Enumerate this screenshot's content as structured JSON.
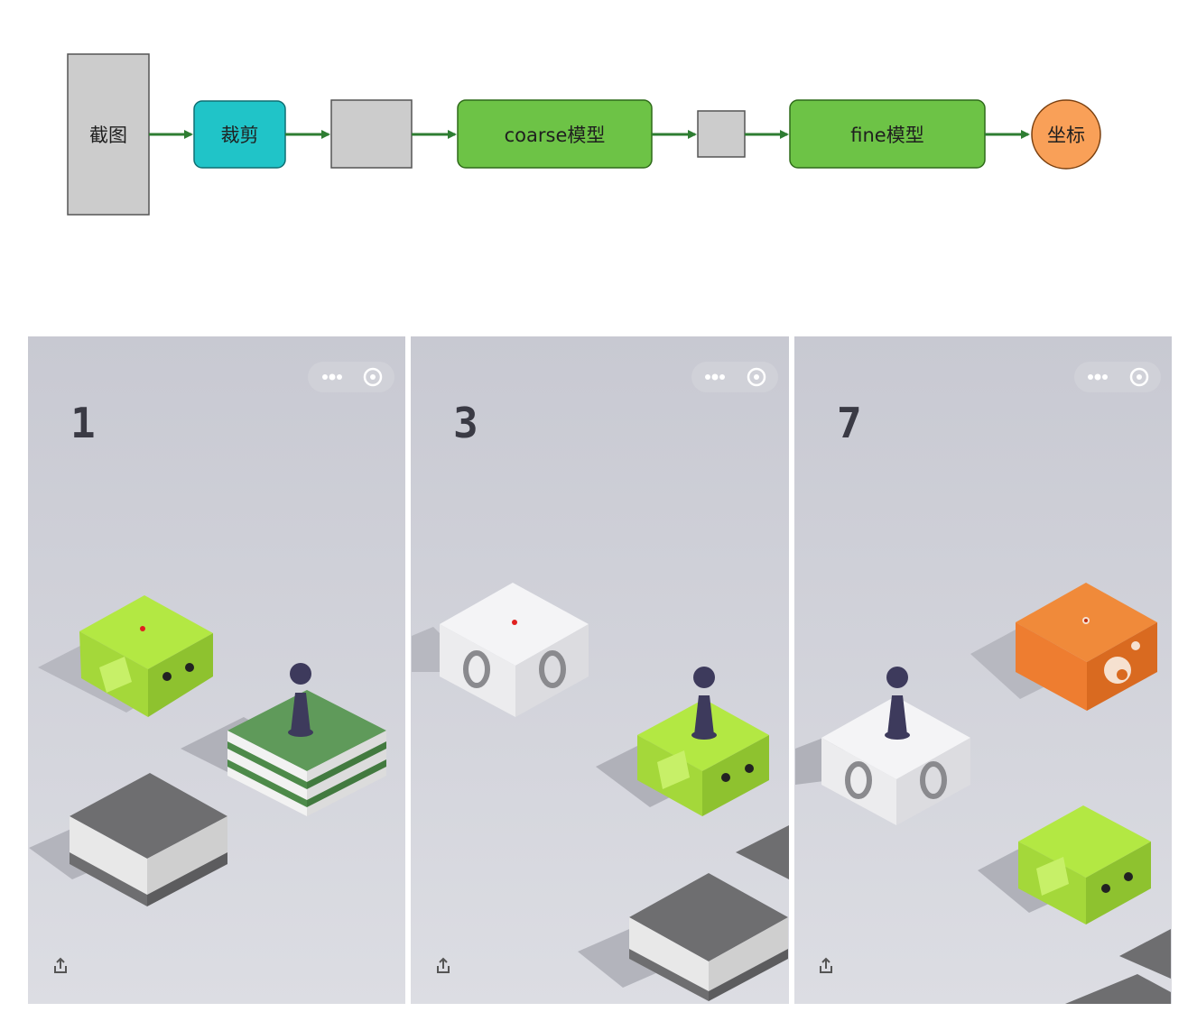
{
  "flow": {
    "nodes": [
      {
        "id": "screenshot",
        "label": "截图"
      },
      {
        "id": "crop",
        "label": "裁剪"
      },
      {
        "id": "cropped-image",
        "label": ""
      },
      {
        "id": "coarse-model",
        "label": "coarse模型"
      },
      {
        "id": "small-patch",
        "label": ""
      },
      {
        "id": "fine-model",
        "label": "fine模型"
      },
      {
        "id": "coordinates",
        "label": "坐标"
      }
    ],
    "colors": {
      "gray_box": "#cccccc",
      "crop_fill": "#20c4c8",
      "model_fill": "#6dc346",
      "output_fill": "#f9a058",
      "arrow": "#2e7d32"
    }
  },
  "panels": [
    {
      "score": "1"
    },
    {
      "score": "3"
    },
    {
      "score": "7"
    }
  ],
  "icons": {
    "menu": "more-dots-icon",
    "close": "target-close-icon",
    "share": "share-icon"
  }
}
